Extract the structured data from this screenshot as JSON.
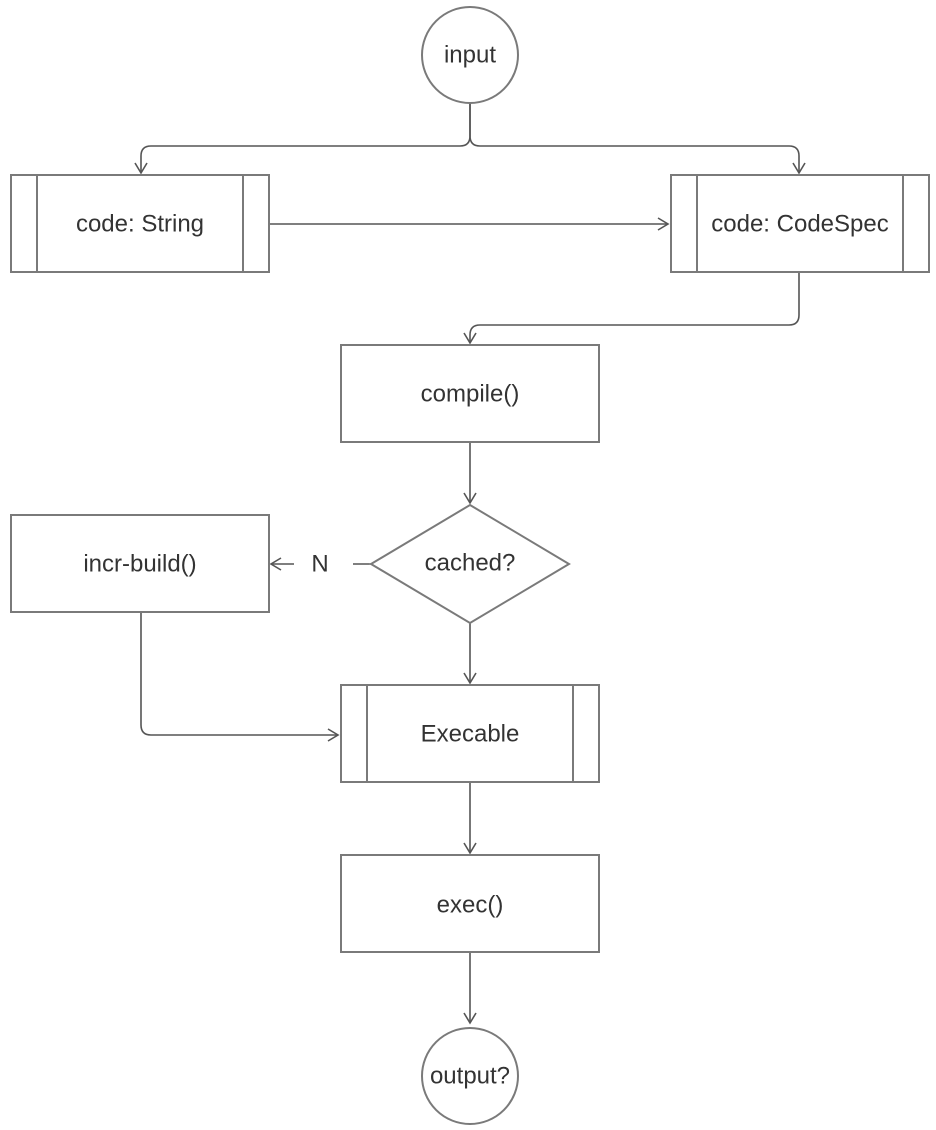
{
  "nodes": {
    "input": "input",
    "code_string": "code: String",
    "code_codespec": "code: CodeSpec",
    "compile": "compile()",
    "cached": "cached?",
    "incr_build": "incr-build()",
    "execable": "Execable",
    "exec": "exec()",
    "output": "output?"
  },
  "edges": {
    "cached_to_incr_build_label": "N"
  }
}
